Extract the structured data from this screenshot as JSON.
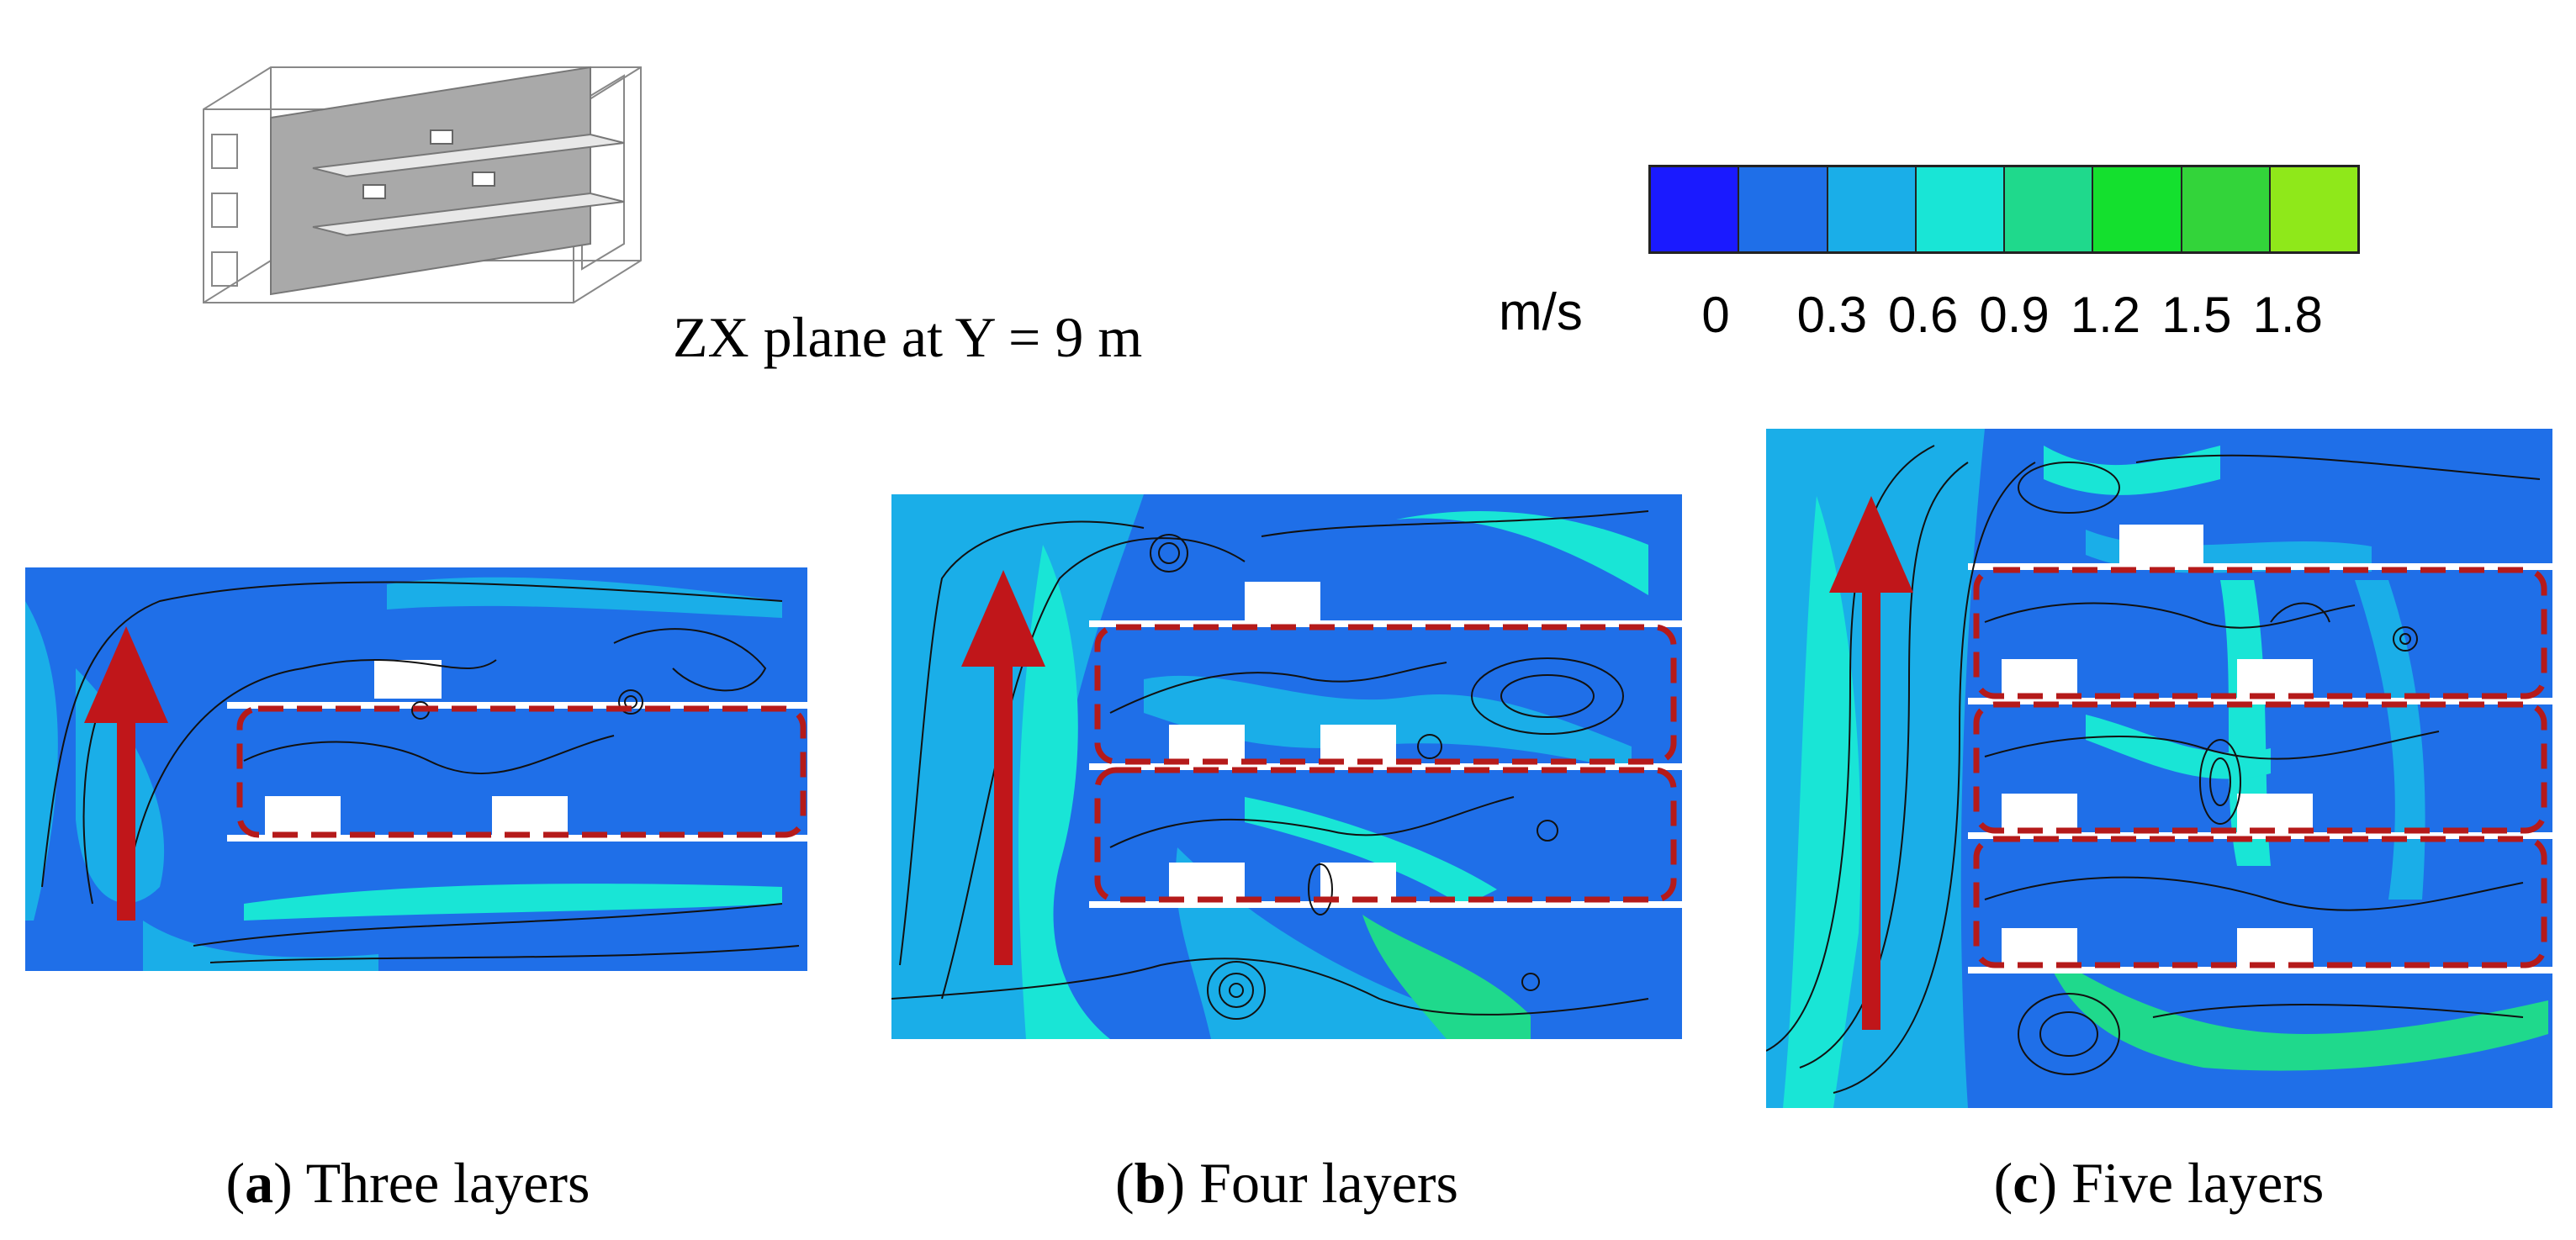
{
  "plane_label": "ZX plane at Y = 9 m",
  "legend": {
    "unit": "m/s",
    "ticks": [
      "0",
      "0.3",
      "0.6",
      "0.9",
      "1.2",
      "1.5",
      "1.8"
    ],
    "colors": [
      "#1a1aff",
      "#1f6fe8",
      "#1aaee8",
      "#19e5d6",
      "#1fd98c",
      "#14e02e",
      "#33d43a",
      "#8fe81a"
    ]
  },
  "panels": [
    {
      "letter": "a",
      "caption": "Three layers"
    },
    {
      "letter": "b",
      "caption": "Four layers"
    },
    {
      "letter": "c",
      "caption": "Five layers"
    }
  ],
  "colors": {
    "background_flow": "#1f6fe8",
    "mid_flow": "#1aaee8",
    "fast_flow": "#19e5d6",
    "arrow": "#c0161a",
    "dashed_box": "#b51a1a"
  }
}
